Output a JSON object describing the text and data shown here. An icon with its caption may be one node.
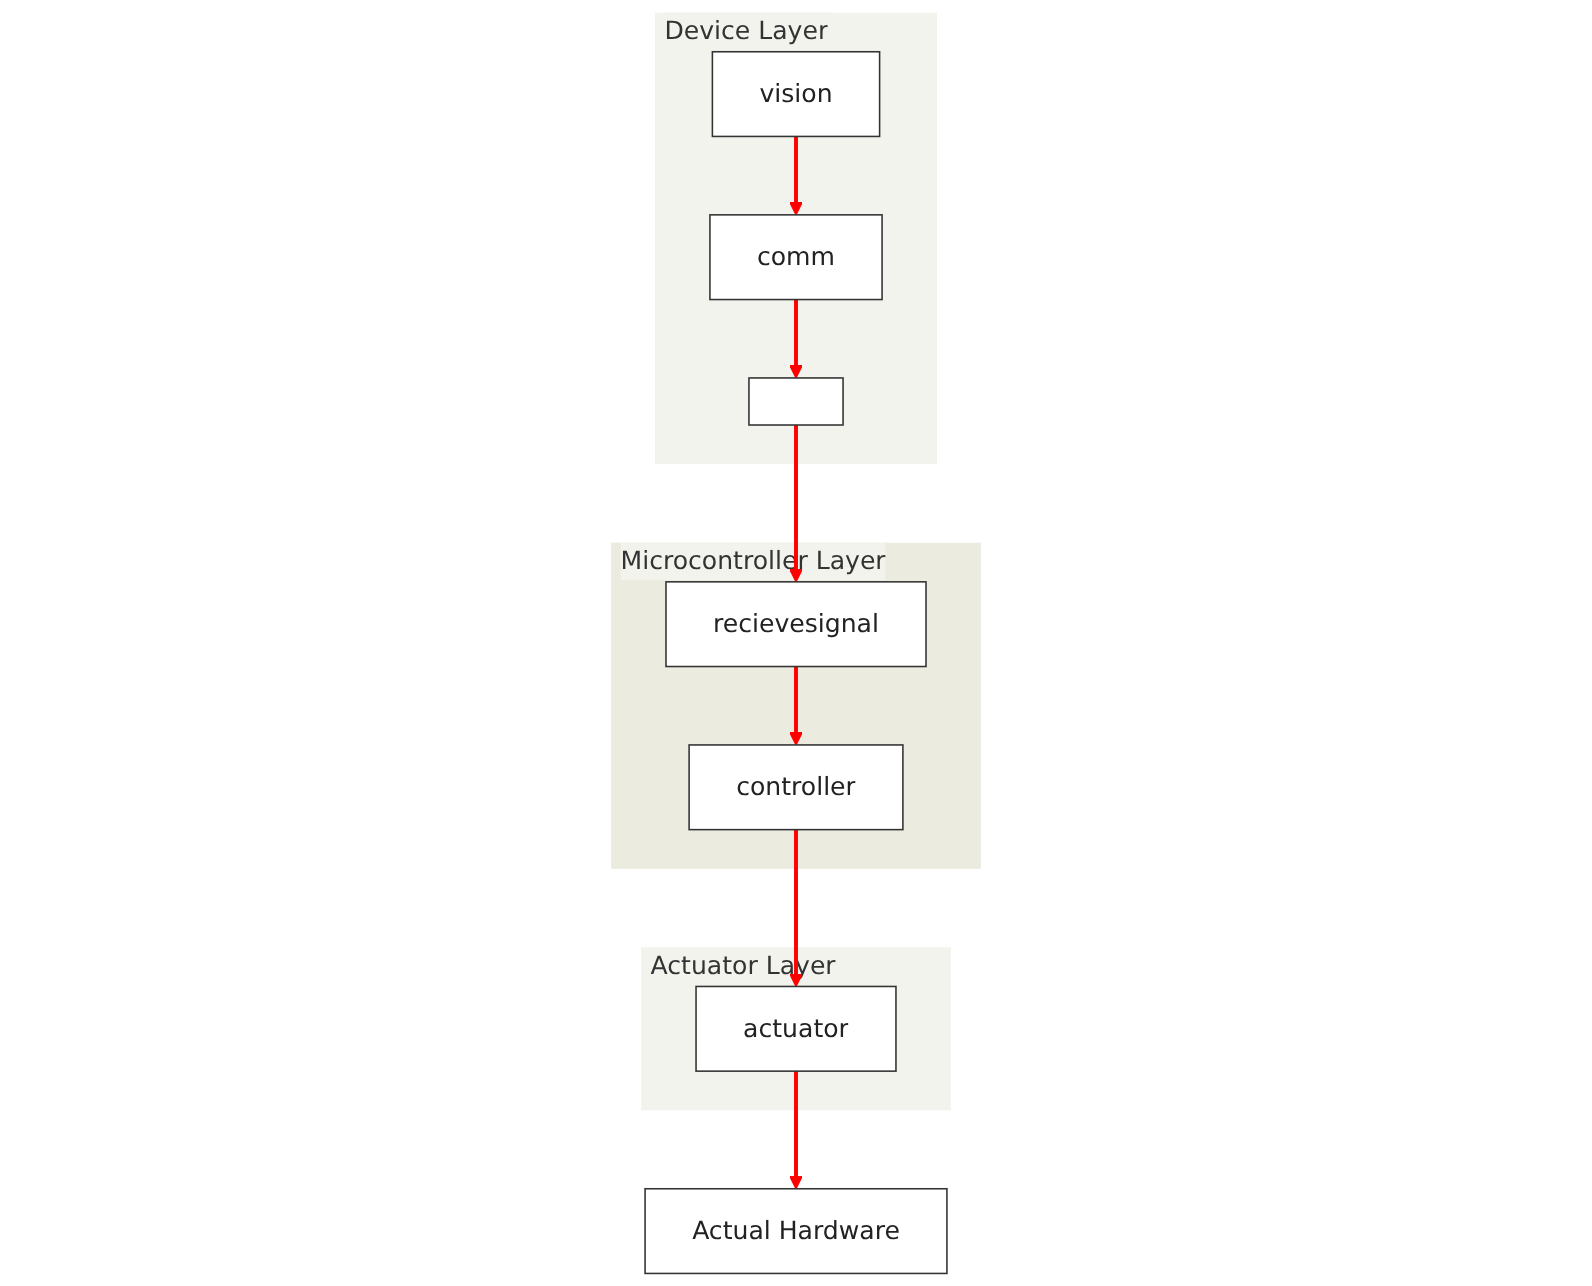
{
  "diagram": {
    "nodes": [
      {
        "text": [
          "Device Layer"
        ]
      },
      {
        "text": [
          "comm"
        ],
        "in": 0
      },
      {
        "text": [
          "vision"
        ],
        "in": 0
      },
      {
        "text": [],
        "shape": "box",
        "in": 0
      },
      {
        "text": [
          "Microcontroller Layer"
        ]
      },
      {
        "text": [
          "recievesignal"
        ],
        "in": 4
      },
      {
        "text": [
          "controller"
        ],
        "in": 4
      },
      {
        "text": [
          "Actuator Layer"
        ]
      },
      {
        "text": [
          "actuator"
        ],
        "in": 7
      },
      {
        "text": [
          "Actual Hardware"
        ]
      }
    ],
    "edges": [
      {
        "from": 2,
        "to": 1,
        "arrow": "to"
      },
      {
        "from": 1,
        "to": 3,
        "arrow": "to"
      },
      {
        "from": 3,
        "to": 5,
        "arrow": "to"
      },
      {
        "from": 5,
        "to": 6,
        "arrow": "to"
      },
      {
        "from": 6,
        "to": 8,
        "arrow": "to"
      },
      {
        "from": 8,
        "to": 9,
        "arrow": "to"
      }
    ]
  }
}
